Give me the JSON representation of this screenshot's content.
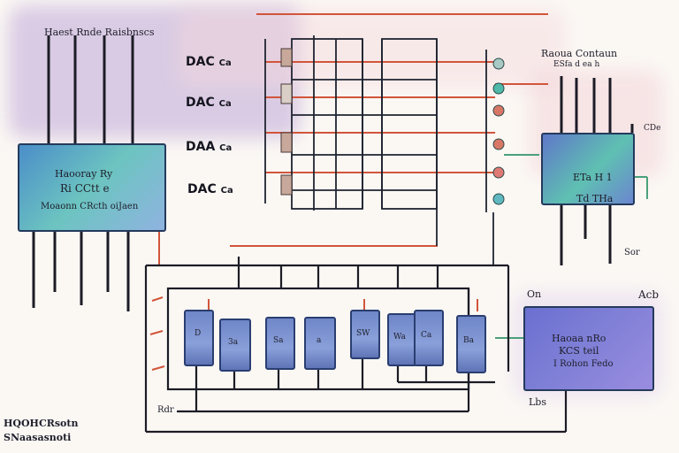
{
  "header": {
    "title": "Haest Rnde Raisbnscs"
  },
  "dac_rows": [
    {
      "prefix": "DAC",
      "tag": "Ca"
    },
    {
      "prefix": "DAC",
      "tag": "Ca"
    },
    {
      "prefix": "DAA",
      "tag": "Ca"
    },
    {
      "prefix": "DAC",
      "tag": "Ca"
    }
  ],
  "left_block": {
    "line1": "Haooray Ry",
    "line2": "Ri CCtt e",
    "line3": "Moaonn CRcth oiJaen"
  },
  "top_right": {
    "title": "Raoua Contaun",
    "subtitle": "ESfa d ea h"
  },
  "right_block": {
    "line1": "ETa H 1",
    "line2": "Td THa",
    "side_label": "CDe",
    "bottom_label": "Sor"
  },
  "bottom_right_block": {
    "line1": "Haoaa nRo",
    "line2": "KCS teil",
    "line3": "I Rohon Fedo",
    "left_tag": "On",
    "right_tag": "Acb",
    "bottom_tag": "Lbs"
  },
  "bottom_bus": {
    "label": "Rdr"
  },
  "chip_labels": [
    "D",
    "3a",
    "Sa",
    "a",
    "SW",
    "Wa",
    "Ca",
    "Ba"
  ],
  "footer": {
    "line1": "HQOHCRsotn",
    "line2": "SNaasasnoti"
  },
  "colors": {
    "wire": "#2a2a35",
    "red_wire": "#d2553a",
    "purple_wash": "#c9b6dc",
    "teal_wash": "#5dc3b2",
    "blue_wash": "#6a7fc8"
  }
}
